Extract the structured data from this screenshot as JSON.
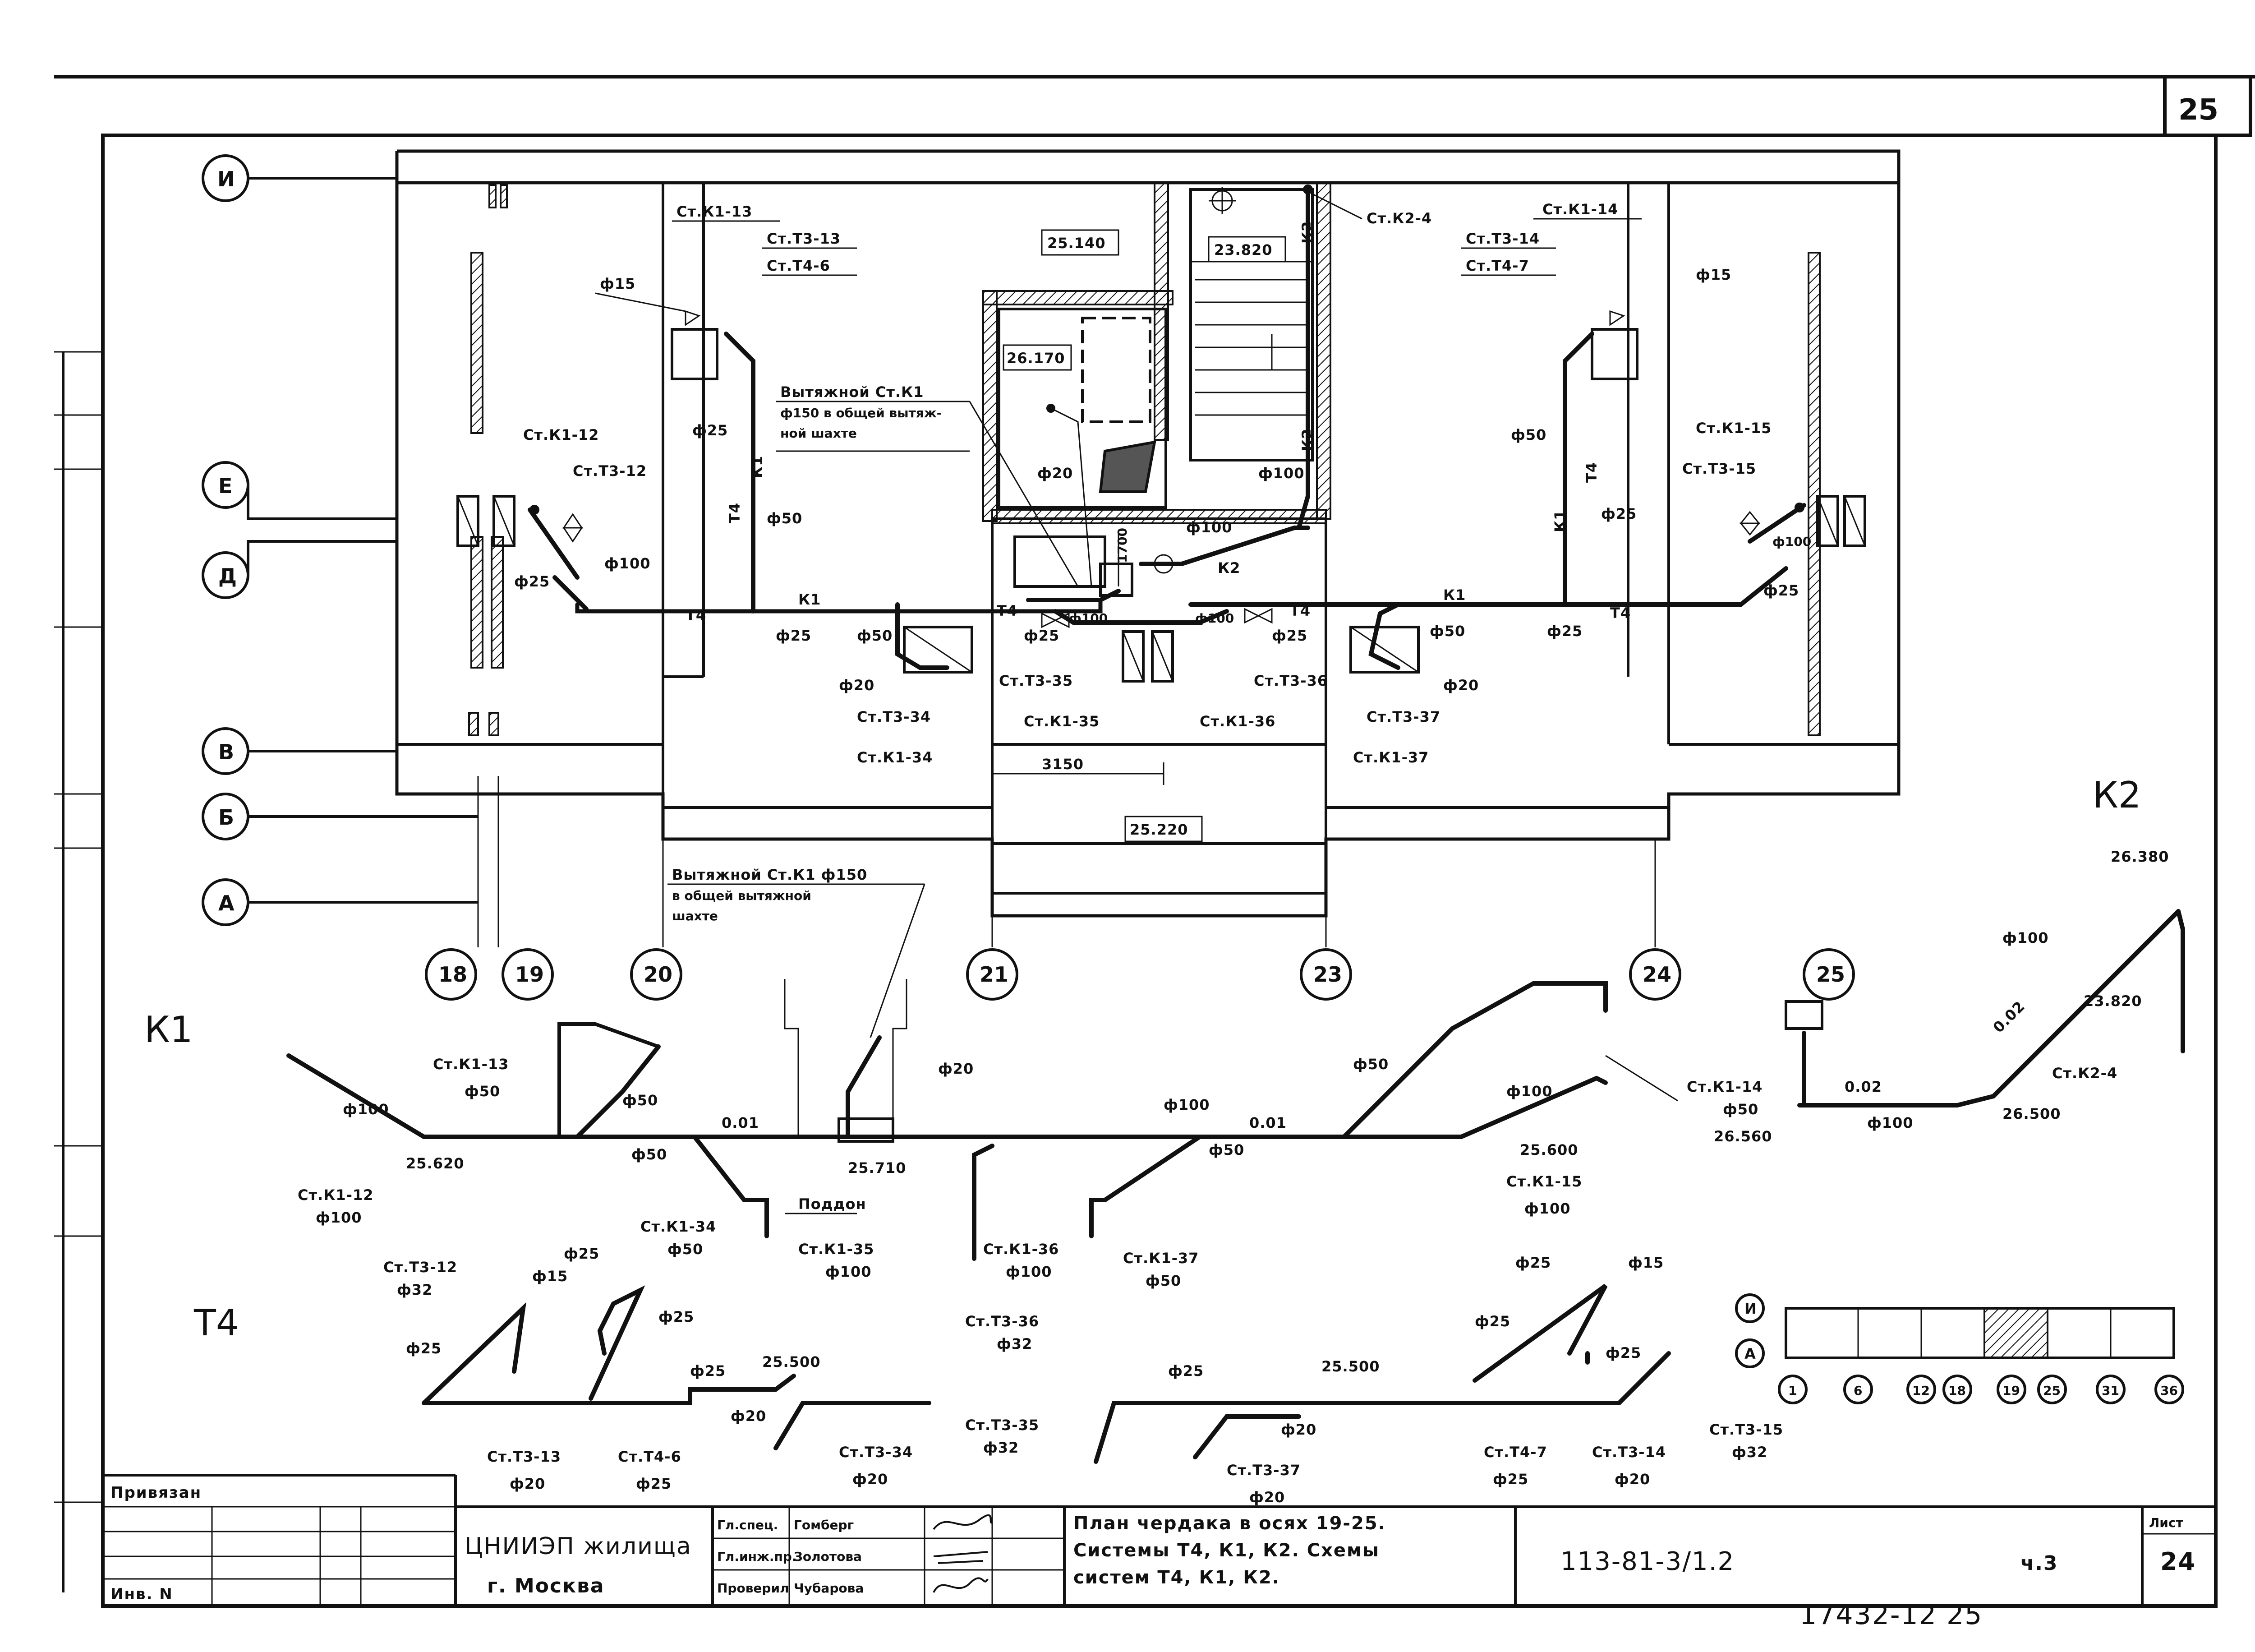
{
  "sheet_number": "25",
  "axes": {
    "rows": [
      "И",
      "Е",
      "Д",
      "В",
      "Б",
      "А"
    ],
    "cols": [
      "18",
      "19",
      "20",
      "21",
      "23",
      "24",
      "25"
    ]
  },
  "plan": {
    "elevations": [
      "25.140",
      "23.820",
      "26.170",
      "25.220"
    ],
    "dim_3150": "3150",
    "dim_1700": "1700",
    "vent_note": [
      "Вытяжной Ст.К1",
      "ф150 в общей вытяж-",
      "ной шахте"
    ],
    "labels": {
      "k1_13": "Ст.К1-13",
      "t3_13": "Ст.Т3-13",
      "t4_6": "Ст.Т4-6",
      "k1_14": "Ст.К1-14",
      "t3_14": "Ст.Т3-14",
      "t4_7": "Ст.Т4-7",
      "k2_4": "Ст.К2-4",
      "k1_12": "Ст.К1-12",
      "t3_12": "Ст.Т3-12",
      "k1_15": "Ст.К1-15",
      "t3_15": "Ст.Т3-15",
      "t3_34": "Ст.Т3-34",
      "k1_34": "Ст.К1-34",
      "t3_35": "Ст.Т3-35",
      "k1_35": "Ст.К1-35",
      "k1_36": "Ст.К1-36",
      "t3_36": "Ст.Т3-36",
      "t3_37": "Ст.Т3-37",
      "k1_37": "Ст.К1-37"
    },
    "diameters": {
      "d15": "ф15",
      "d20": "ф20",
      "d25": "ф25",
      "d50": "ф50",
      "d100": "ф100"
    },
    "system_marks": {
      "t4": "Т4",
      "k1": "К1",
      "k2": "К2"
    }
  },
  "schemes": {
    "k1_title": "К1",
    "t4_title": "Т4",
    "k2_title": "К2",
    "vent_note": [
      "Вытяжной Ст.К1 ф150",
      "в общей вытяжной",
      "шахте"
    ],
    "poddon": "Поддон",
    "slope_001": "0.01",
    "slope_002": "0.02",
    "elevations": {
      "e25620": "25.620",
      "e25710": "25.710",
      "e25600": "25.600",
      "e26380": "26.380",
      "e23820": "23.820",
      "e26560": "26.560",
      "e26500": "26.500",
      "e25500": "25.500"
    },
    "k1_labels": {
      "k1_12": "Ст.К1-12",
      "k1_12_d": "ф100",
      "k1_13": "Ст.К1-13",
      "k1_13_d": "ф50",
      "k1_34": "Ст.К1-34",
      "k1_34_d": "ф50",
      "k1_35": "Ст.К1-35",
      "k1_35_d": "ф100",
      "k1_36": "Ст.К1-36",
      "k1_36_d": "ф100",
      "k1_37": "Ст.К1-37",
      "k1_37_d": "ф50",
      "k1_14": "Ст.К1-14",
      "k1_14_d": "ф50",
      "k1_15": "Ст.К1-15",
      "k1_15_d": "ф100",
      "k2_4": "Ст.К2-4"
    },
    "t4_labels": {
      "t3_12": "Ст.Т3-12",
      "t3_12_d": "ф32",
      "t3_13": "Ст.Т3-13",
      "t3_13_d": "ф20",
      "t4_6": "Ст.Т4-6",
      "t4_6_d": "ф25",
      "t3_34": "Ст.Т3-34",
      "t3_34_d": "ф20",
      "t3_35": "Ст.Т3-35",
      "t3_35_d": "ф32",
      "t3_36": "Ст.Т3-36",
      "t3_36_d": "ф32",
      "t3_37": "Ст.Т3-37",
      "t3_37_d": "ф20",
      "t4_7": "Ст.Т4-7",
      "t4_7_d": "ф25",
      "t3_14": "Ст.Т3-14",
      "t3_14_d": "ф20",
      "t3_15": "Ст.Т3-15",
      "t3_15_d": "ф32"
    }
  },
  "key_plan": {
    "rows": [
      "И",
      "А"
    ],
    "cols": [
      "1",
      "6",
      "12",
      "18",
      "19",
      "25",
      "31",
      "36"
    ]
  },
  "title_block": {
    "privyazan": "Привязан",
    "inv": "Инв. N",
    "org": "ЦНИИЭП жилища",
    "city": "г. Москва",
    "roles": [
      "Гл.спец.",
      "Гл.инж.пр.",
      "Проверил"
    ],
    "names": [
      "Гомберг",
      "Золотова",
      "Чубарова"
    ],
    "title": [
      "План чердака в осях 19-25.",
      "Системы Т4, К1, К2. Схемы",
      "систем Т4, К1, К2."
    ],
    "code": "113-81-3/1.2",
    "part": "ч.3",
    "list_label": "Лист",
    "list_no": "24",
    "bottom_code": "17432-12 25"
  }
}
